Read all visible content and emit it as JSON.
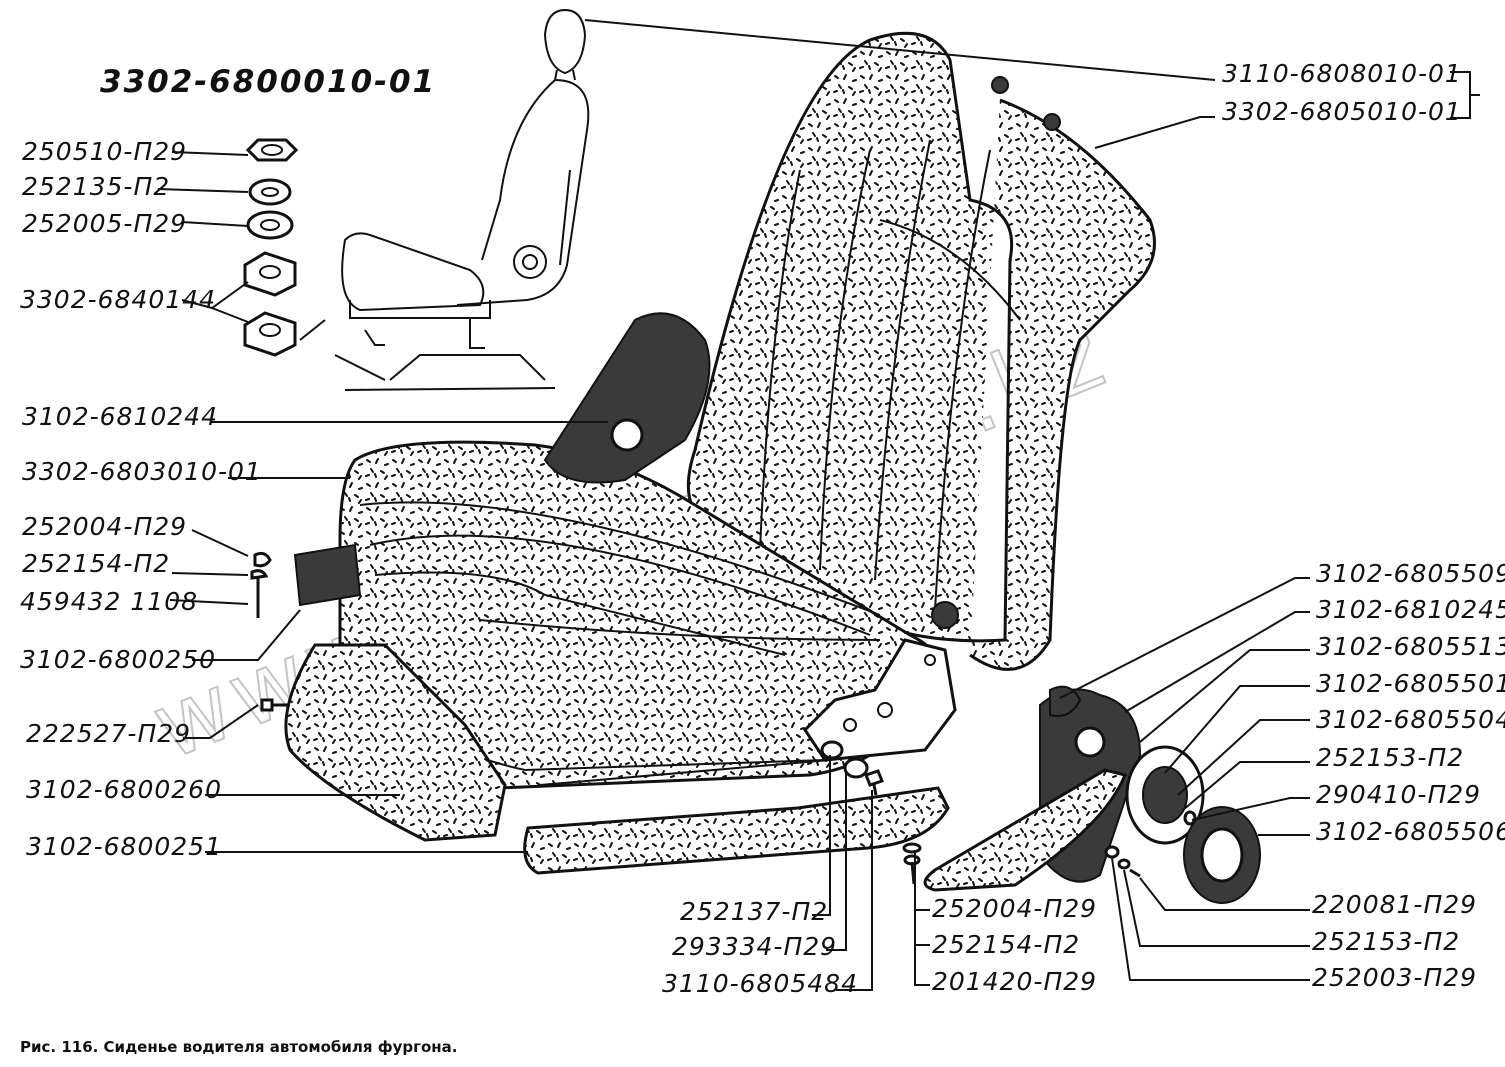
{
  "title": "3302-6800010-01",
  "caption": "Рис. 116. Сиденье водителя автомобиля фургона.",
  "watermark": "www.shinbaz-too.kz",
  "labels": {
    "l01": "3110-6808010-01",
    "l02": "3302-6805010-01",
    "l03": "250510-П29",
    "l04": "252135-П2",
    "l05": "252005-П29",
    "l06": "3302-6840144",
    "l07": "3102-6810244",
    "l08": "3302-6803010-01",
    "l09": "252004-П29",
    "l10": "252154-П2",
    "l11": "459432 1108",
    "l12": "3102-6800250",
    "l13": "222527-П29",
    "l14": "3102-6800260",
    "l15": "3102-6800251",
    "l16": "3102-6805509",
    "l17": "3102-6810245",
    "l18": "3102-6805513",
    "l19": "3102-6805501",
    "l20": "3102-6805504",
    "l21": "252153-П2",
    "l22": "290410-П29",
    "l23": "3102-6805506",
    "l24": "252137-П2",
    "l25": "293334-П29",
    "l26": "3110-6805484",
    "l27": "252004-П29",
    "l28": "252154-П2",
    "l29": "201420-П29",
    "l30": "220081-П29",
    "l31": "252153-П2",
    "l32": "252003-П29"
  }
}
